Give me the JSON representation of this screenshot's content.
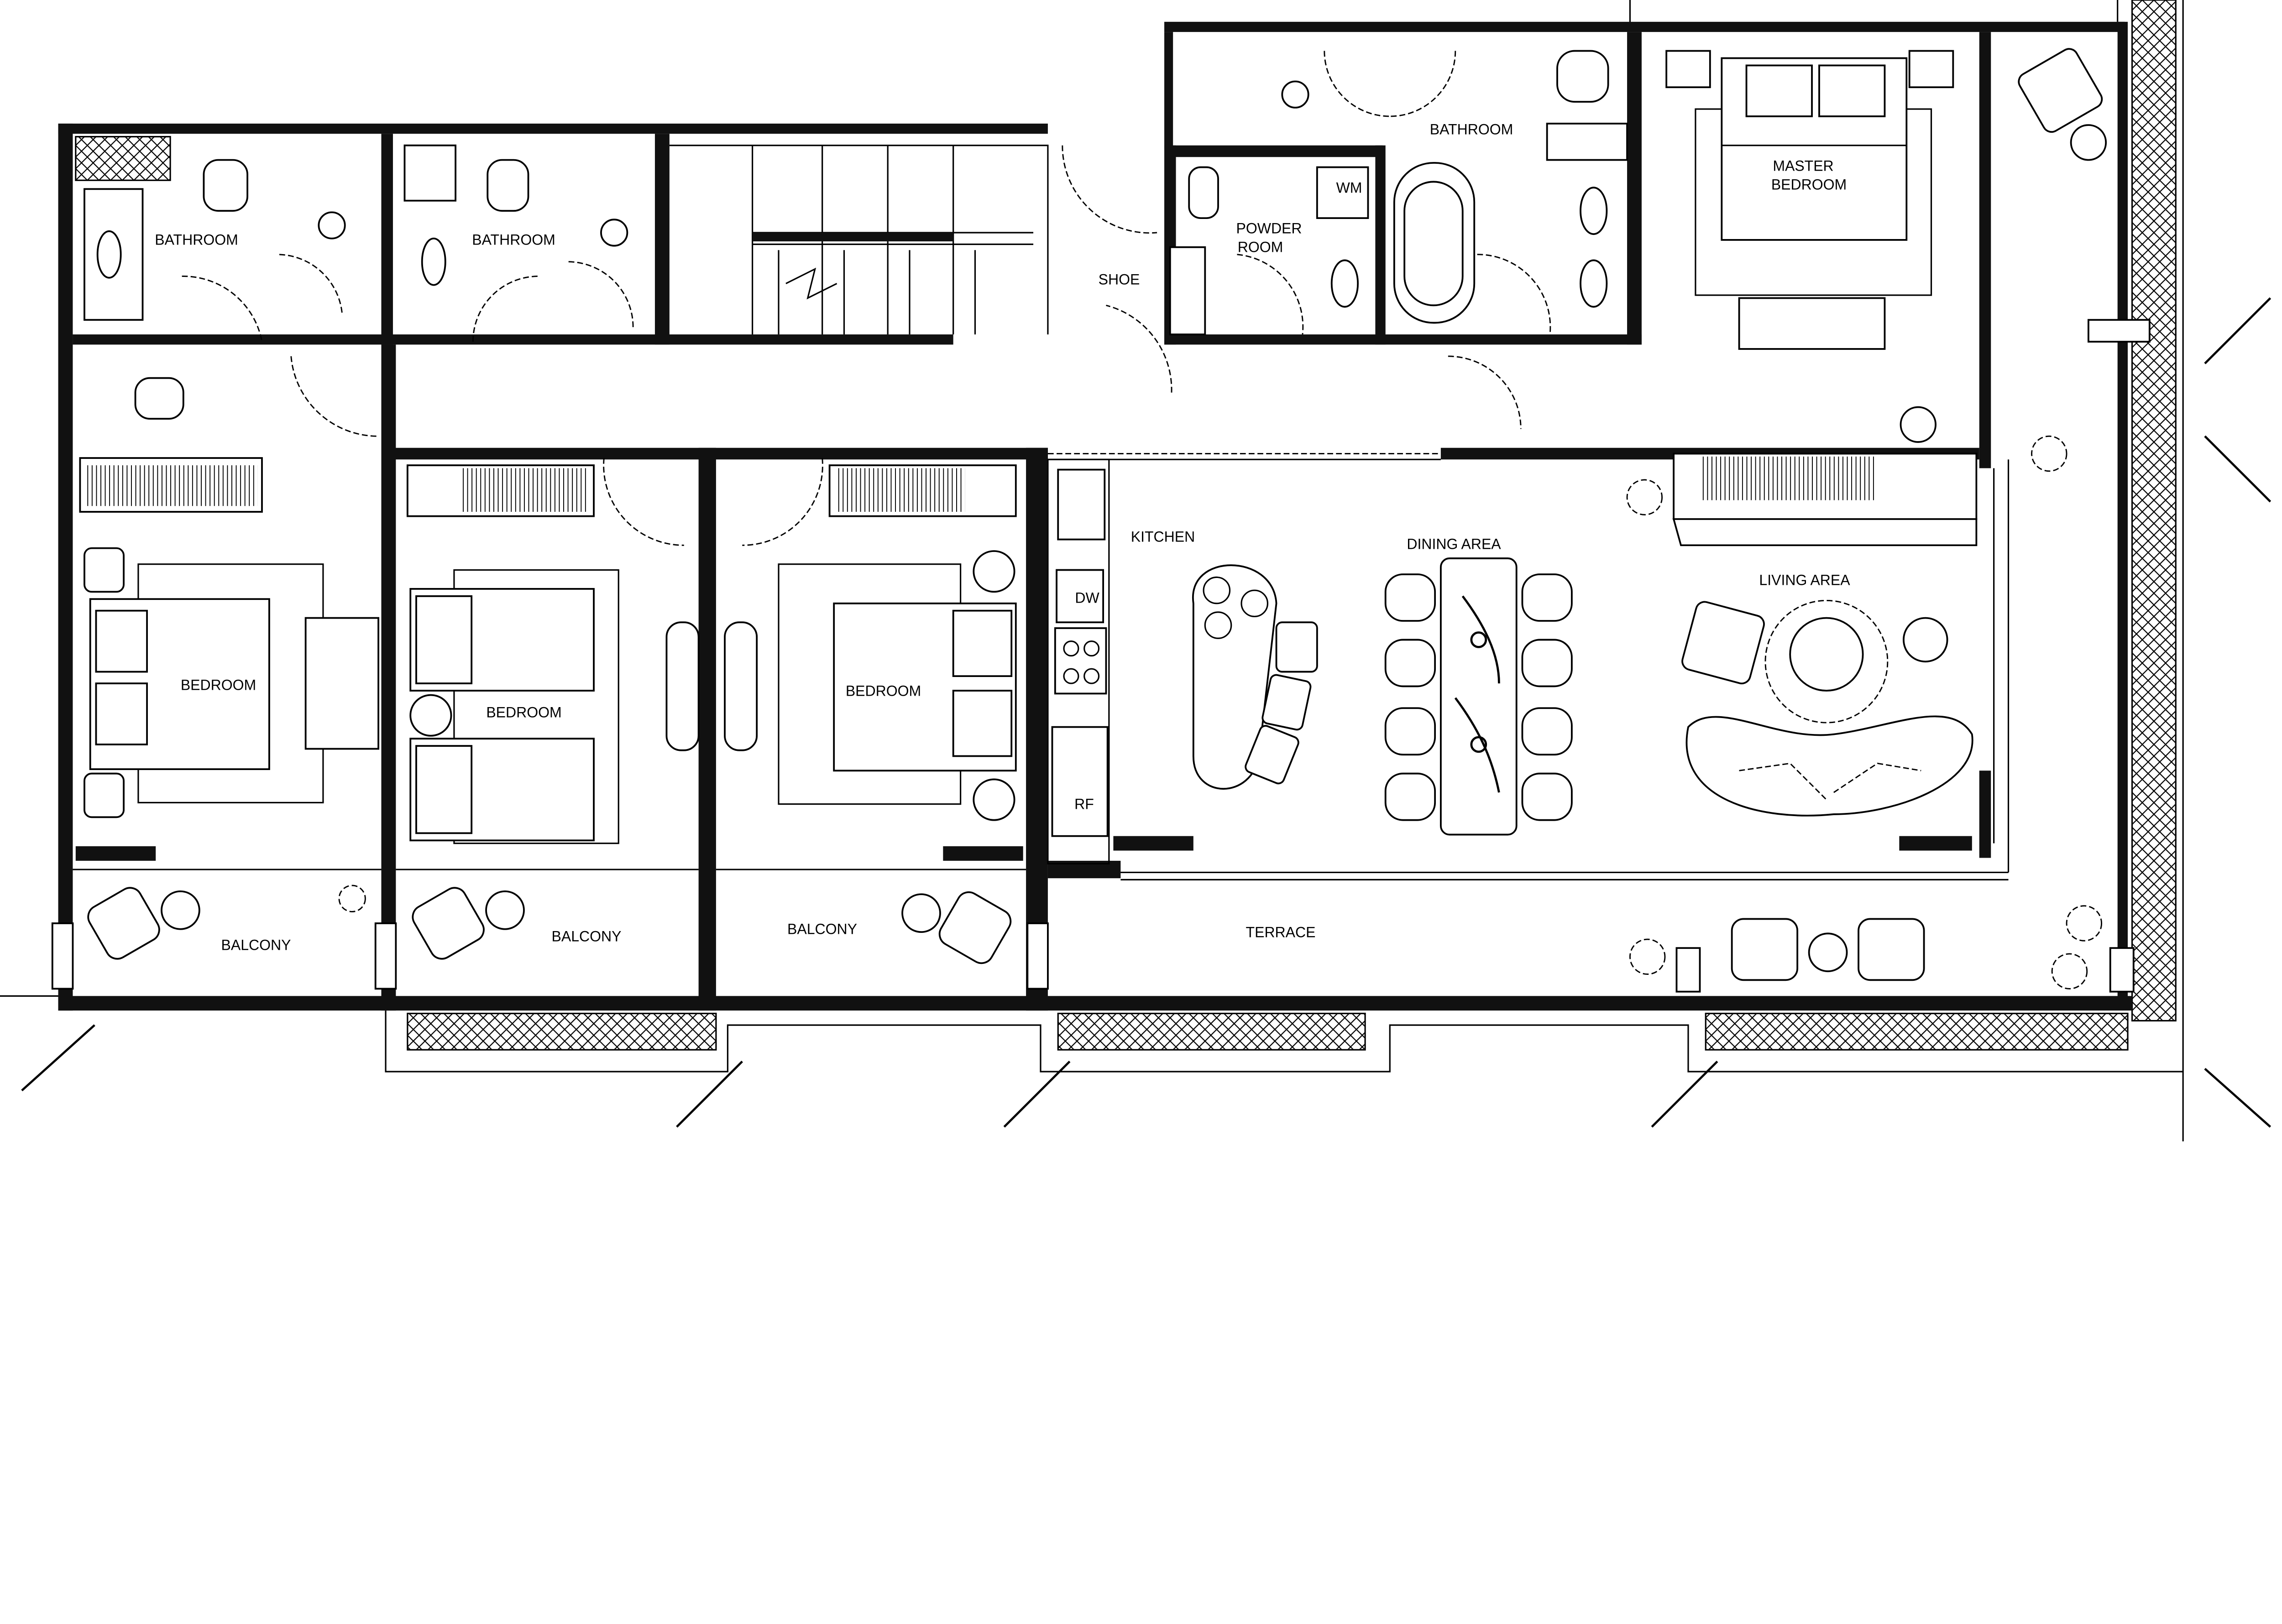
{
  "plan": {
    "rooms": {
      "bathroom_1": "BATHROOM",
      "bathroom_2": "BATHROOM",
      "bathroom_master": "BATHROOM",
      "shoe": "SHOE",
      "powder_room": [
        "POWDER",
        "ROOM"
      ],
      "wm": "WM",
      "master_bedroom": [
        "MASTER",
        "BEDROOM"
      ],
      "kitchen": "KITCHEN",
      "dw": "DW",
      "rf": "RF",
      "dining_area": "DINING AREA",
      "living_area": "LIVING AREA",
      "bedroom_1": "BEDROOM",
      "bedroom_2": "BEDROOM",
      "bedroom_3": "BEDROOM",
      "balcony_1": "BALCONY",
      "balcony_2": "BALCONY",
      "balcony_3": "BALCONY",
      "terrace": "TERRACE"
    },
    "colors": {
      "line": "#000000",
      "wall": "#111111",
      "background": "#ffffff"
    }
  }
}
